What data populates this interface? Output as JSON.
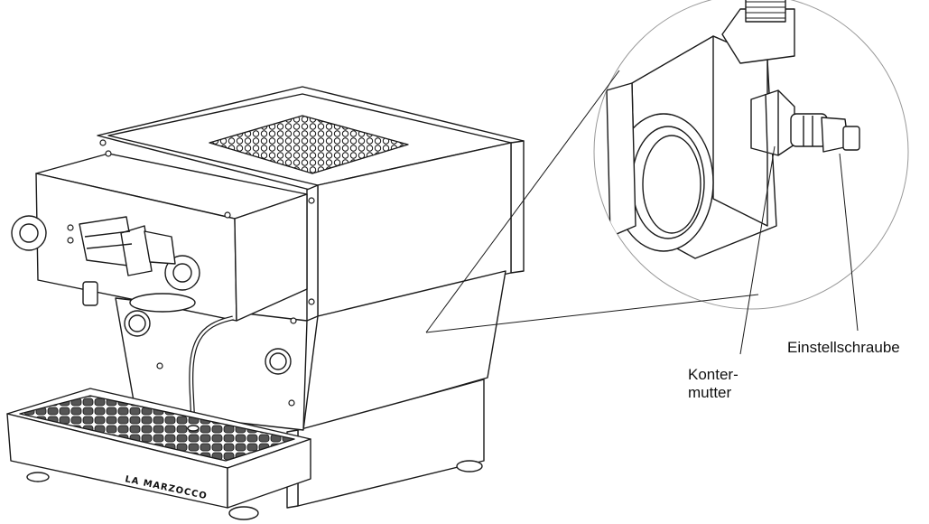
{
  "diagram": {
    "labels": {
      "einstellschraube": "Einstellschraube",
      "kontermutter": "Konter-\nmutter"
    },
    "logo_text": "LA MARZOCCO",
    "line_color": "#1a1a1a",
    "background": "#ffffff"
  }
}
